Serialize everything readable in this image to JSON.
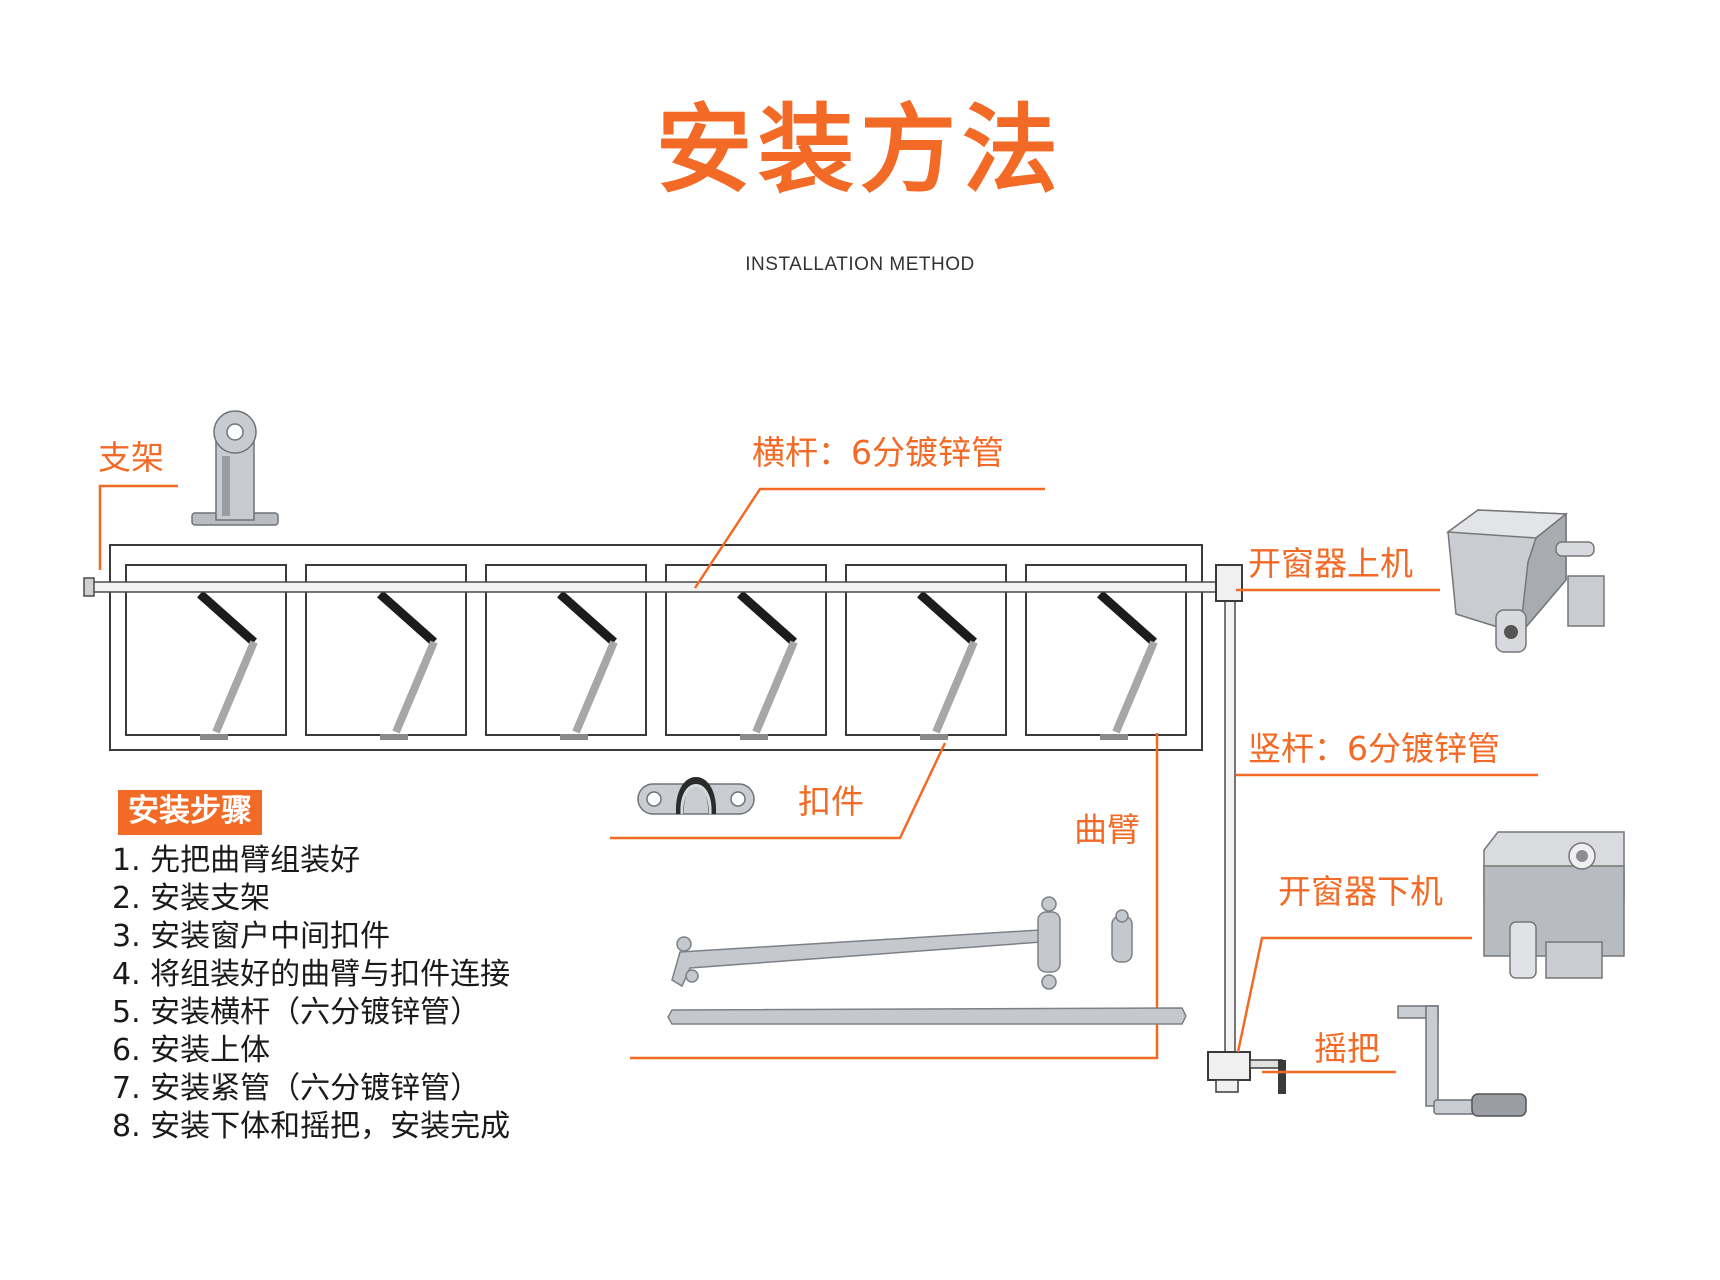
{
  "title": "安装方法",
  "subtitle": "INSTALLATION METHOD",
  "colors": {
    "accent": "#f26a25",
    "frame": "#3a3a3a",
    "metal": "#b9bcc0",
    "metal_dark": "#7d8186",
    "arm_dark": "#1c1c1c",
    "arm_light": "#a7a7a7",
    "text": "#1a1a1a",
    "badge_bg": "#f26a25"
  },
  "labels": {
    "bracket": "支架",
    "crossbar": "横杆：6分镀锌管",
    "upper_unit": "开窗器上机",
    "vertical_bar": "竖杆：6分镀锌管",
    "fastener": "扣件",
    "curved_arm": "曲臂",
    "lower_unit": "开窗器下机",
    "crank": "摇把"
  },
  "steps_title": "安装步骤",
  "steps": [
    "1. 先把曲臂组装好",
    "2. 安装支架",
    "3. 安装窗户中间扣件",
    "4. 将组装好的曲臂与扣件连接",
    "5. 安装横杆（六分镀锌管）",
    "6. 安装上体",
    "7. 安装紧管（六分镀锌管）",
    "8. 安装下体和摇把，安装完成"
  ],
  "icons": [
    "bracket-part-icon",
    "upper-opener-unit-icon",
    "lower-opener-unit-icon",
    "fastener-part-icon",
    "curved-arm-parts-icon",
    "crank-handle-icon"
  ]
}
